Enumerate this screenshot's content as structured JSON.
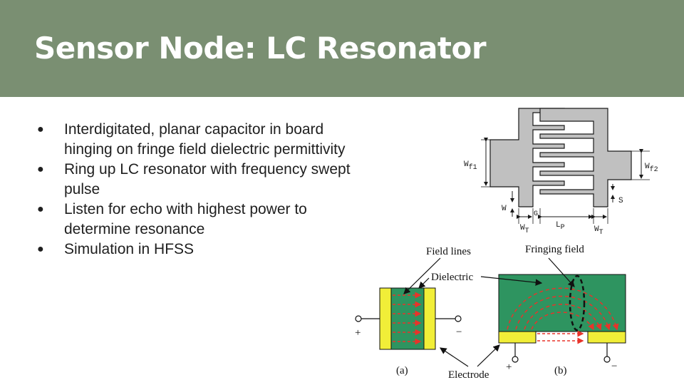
{
  "slide": {
    "title": "Sensor Node: LC Resonator",
    "bullets": [
      {
        "text": "Interdigitated, planar capacitor in board hinging on fringe field dielectric permittivity"
      },
      {
        "text": "Ring up LC resonator with frequency swept pulse"
      },
      {
        "text": "Listen for echo with highest power to determine resonance"
      },
      {
        "text": "Simulation in HFSS"
      }
    ],
    "bullet_symbol": "●"
  },
  "figure_top": {
    "labels": {
      "wf1": "W",
      "wf1_sub": "f1",
      "wf2": "W",
      "wf2_sub": "f2",
      "s": "S",
      "w": "W",
      "g": "G",
      "wt_left": "W",
      "wt_left_sub": "T",
      "lp": "L",
      "lp_sub": "P",
      "wt_right": "W",
      "wt_right_sub": "T"
    },
    "colors": {
      "metal": "#c0c0c0",
      "outline": "#1a1a1a"
    }
  },
  "figure_bottom": {
    "labels": {
      "field_lines": "Field lines",
      "fringing_field": "Fringing field",
      "dielectric": "Dielectric",
      "electrode": "Electrode",
      "panel_a": "(a)",
      "panel_b": "(b)",
      "plus_a": "+",
      "minus_a": "−",
      "plus_b": "+",
      "minus_b": "−"
    },
    "colors": {
      "dielectric": "#2e9460",
      "electrode": "#f1ee38",
      "field": "#e8332a"
    }
  }
}
